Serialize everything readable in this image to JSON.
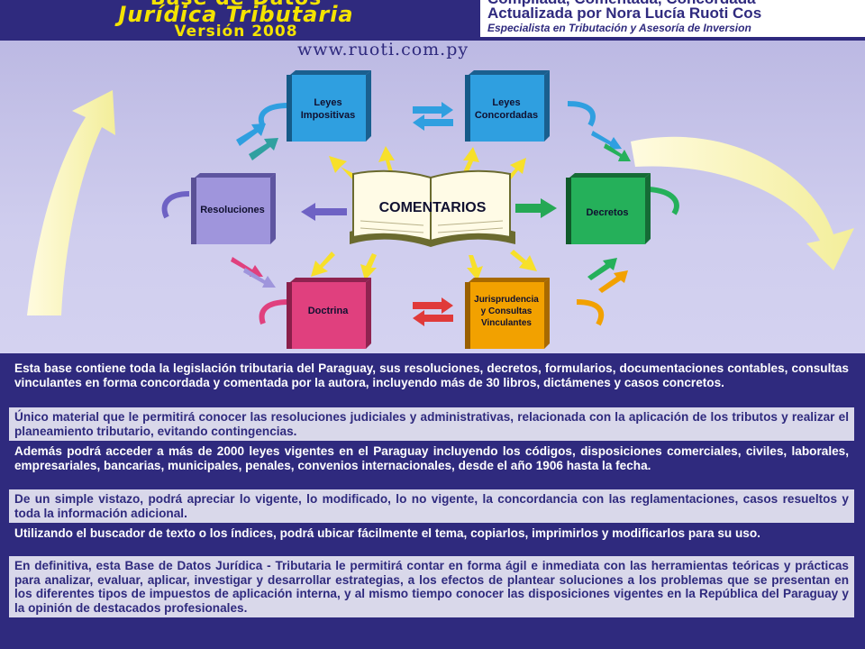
{
  "header": {
    "title_line1": "Base de Datos",
    "title_line2": "Jurídica Tributaria",
    "title_line3": "Versión 2008",
    "info_line1": "Compilada, Comentada, Concordada",
    "info_line2": "Actualizada por Nora Lucía Ruoti Cos",
    "info_line3": "Especialista en Tributación y Asesoría de Inversion"
  },
  "website": "www.ruoti.com.py",
  "diagram": {
    "center": "COMENTARIOS",
    "books": [
      {
        "id": "leyes-impositivas",
        "lines": [
          "Leyes",
          "Impositivas"
        ],
        "color": "#2f9fe0"
      },
      {
        "id": "leyes-concordadas",
        "lines": [
          "Leyes",
          "Concordadas"
        ],
        "color": "#2f9fe0"
      },
      {
        "id": "decretos",
        "lines": [
          "Decretos"
        ],
        "color": "#25b05a"
      },
      {
        "id": "jurisprudencia",
        "lines": [
          "Jurisprudencia",
          "y Consultas",
          "Vinculantes"
        ],
        "color": "#f2a100"
      },
      {
        "id": "doctrina",
        "lines": [
          "Doctrina"
        ],
        "color": "#e0407e"
      },
      {
        "id": "resoluciones",
        "lines": [
          "Resoluciones"
        ],
        "color": "#9f95dc"
      }
    ]
  },
  "paragraphs": [
    "Esta base contiene toda la legislación tributaria del Paraguay, sus resoluciones, decretos, formularios, documentaciones contables, consultas vinculantes en forma concordada y comentada por la autora, incluyendo más de 30 libros, dictámenes y casos concretos.",
    "Único material que le permitirá conocer las resoluciones judiciales y administrativas, relacionada con la aplicación de los tributos y realizar el planeamiento tributario, evitando contingencias.",
    "Además podrá acceder a más de 2000 leyes vigentes en el Paraguay incluyendo los códigos, disposiciones comerciales, civiles, laborales, empresariales, bancarias, municipales, penales, convenios internacionales, desde el año 1906 hasta la fecha.",
    "De un simple vistazo, podrá apreciar lo vigente, lo modificado, lo no vigente, la concordancia con las reglamentaciones, casos resueltos y toda la información adicional.",
    "Utilizando el buscador de texto o los índices, podrá ubicar fácilmente el tema, copiarlos, imprimirlos y modificarlos para su uso.",
    "En definitiva, esta Base de Datos Jurídica - Tributaria le permitirá contar en forma ágil e inmediata con las herramientas teóricas y prácticas para analizar, evaluar, aplicar, investigar y desarrollar estrategias, a los efectos de plantear soluciones a los problemas que se presentan en los diferentes tipos de impuestos de aplicación interna, y al mismo tiempo conocer las disposiciones vigentes en la República del Paraguay y la opinión de destacados profesionales."
  ]
}
